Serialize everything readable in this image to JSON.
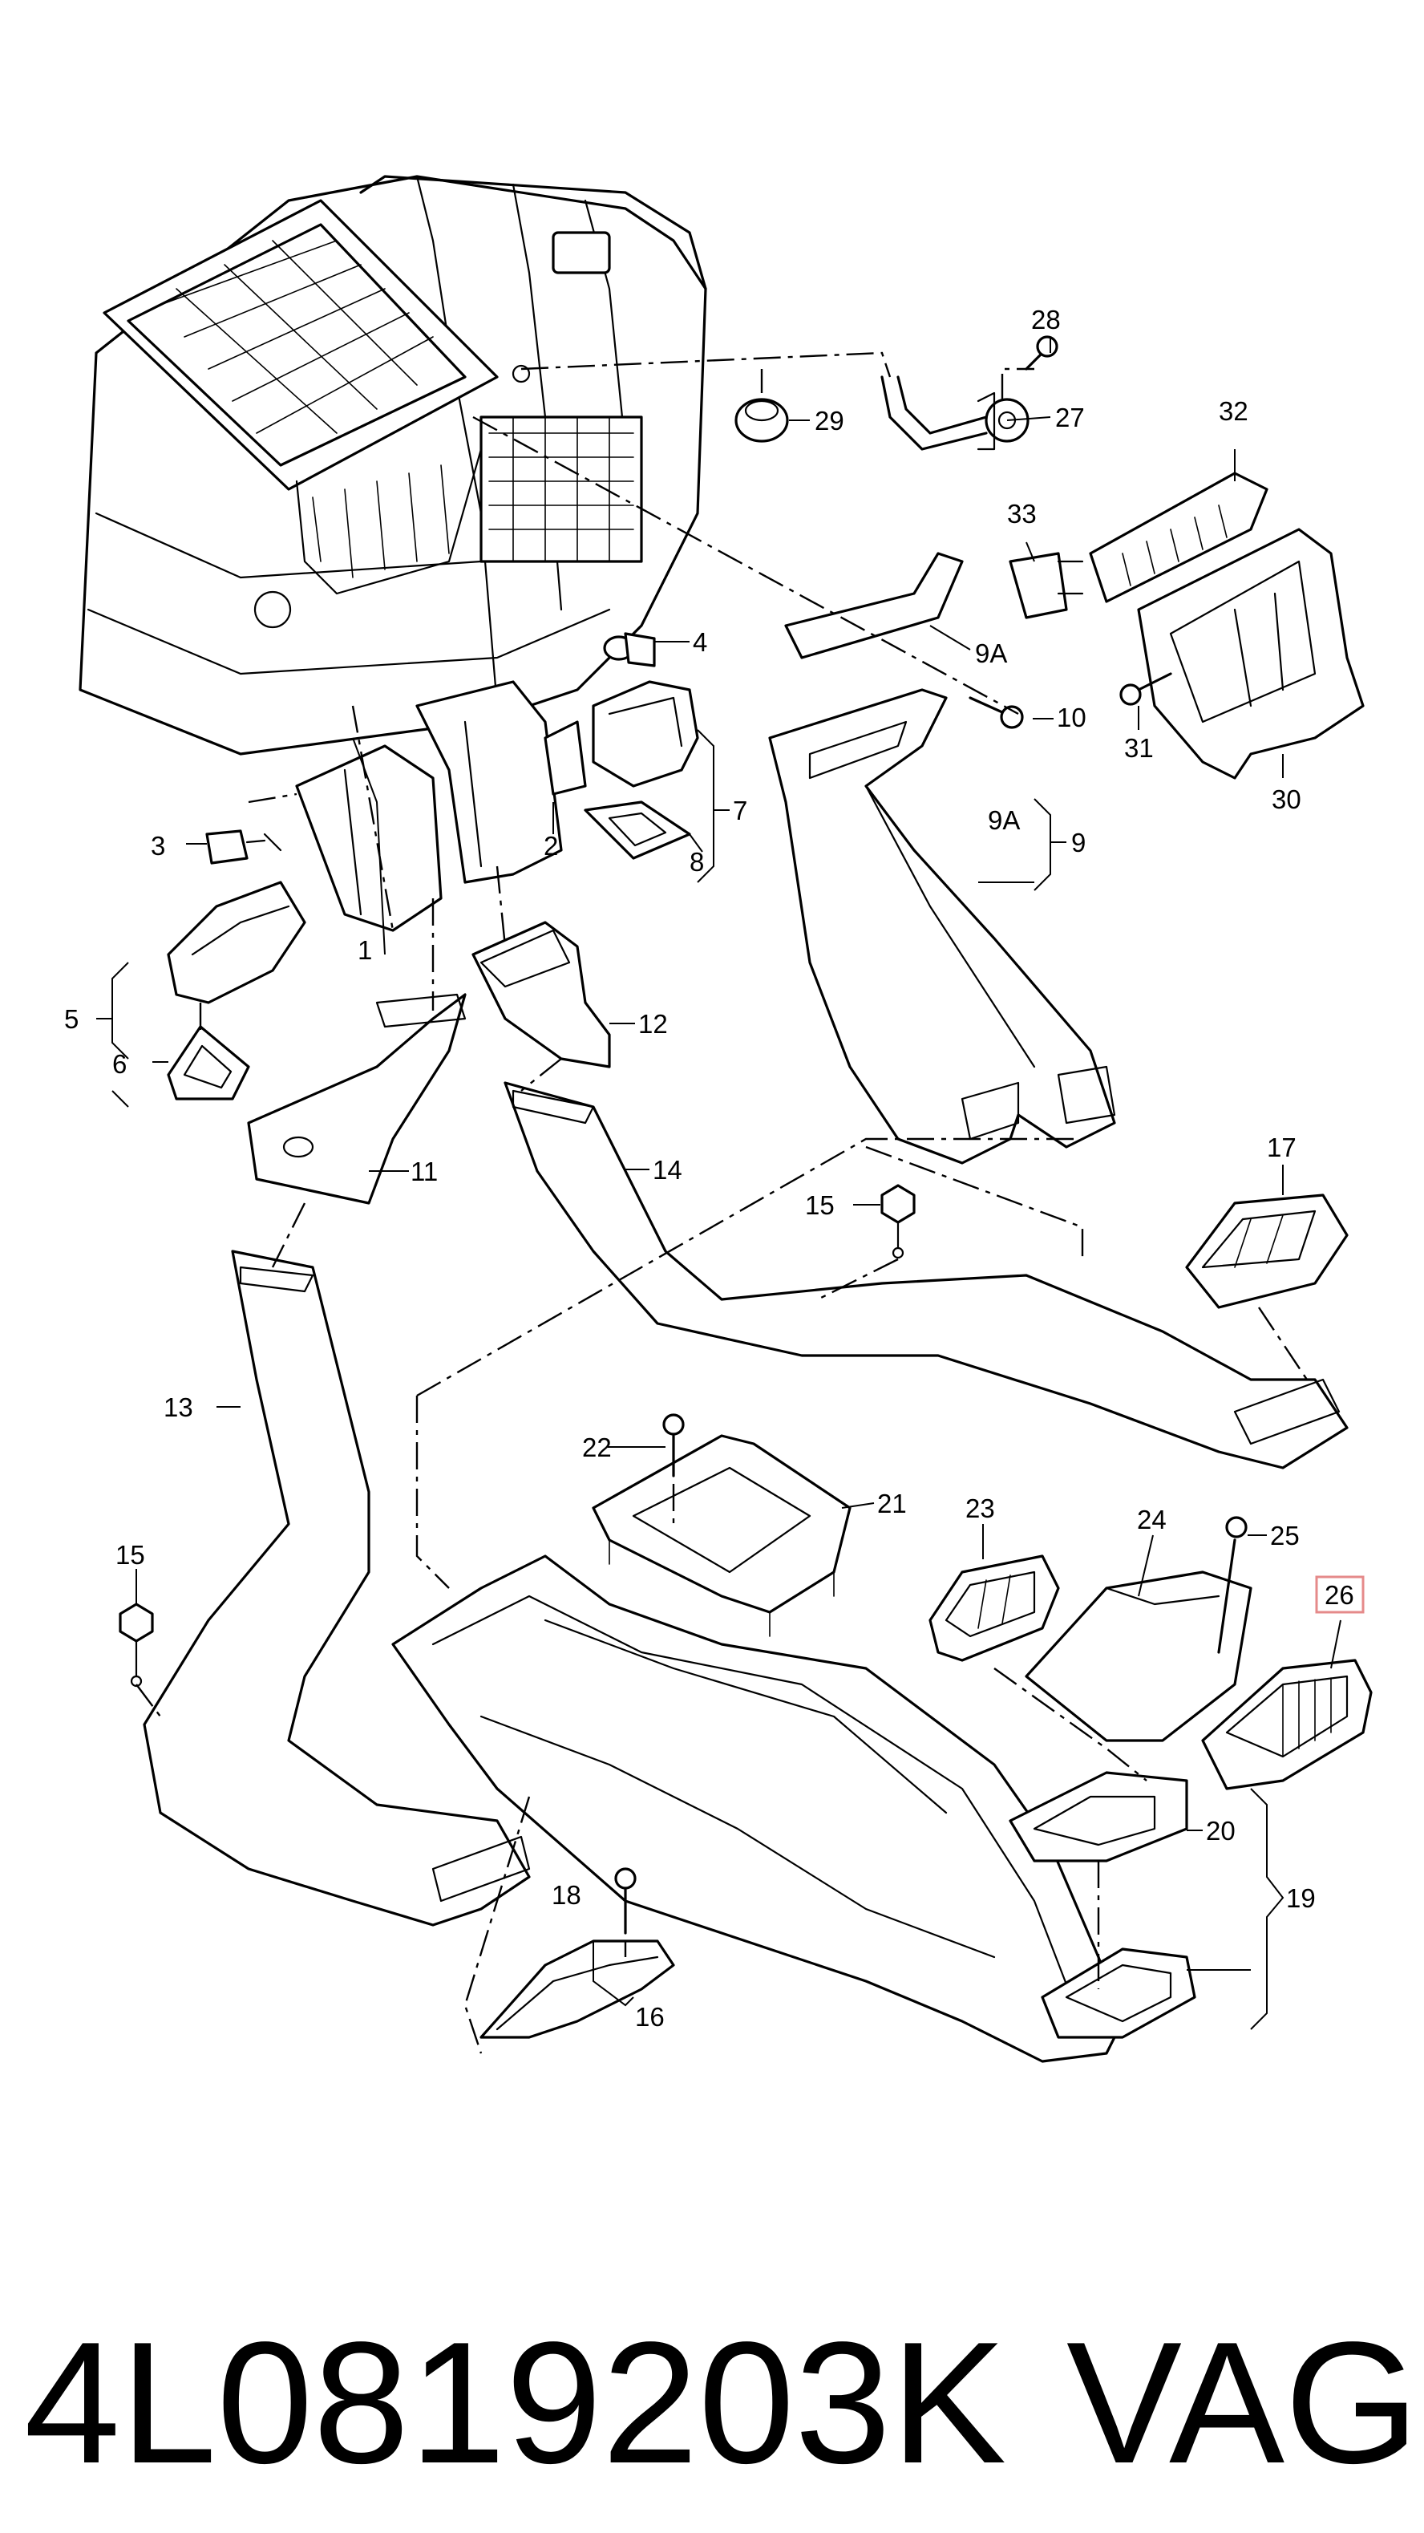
{
  "callouts": [
    {
      "label": "1"
    },
    {
      "label": "2"
    },
    {
      "label": "3"
    },
    {
      "label": "4"
    },
    {
      "label": "5"
    },
    {
      "label": "6"
    },
    {
      "label": "7"
    },
    {
      "label": "8"
    },
    {
      "label": "9A"
    },
    {
      "label": "9A"
    },
    {
      "label": "9"
    },
    {
      "label": "10"
    },
    {
      "label": "11"
    },
    {
      "label": "12"
    },
    {
      "label": "13"
    },
    {
      "label": "14"
    },
    {
      "label": "15"
    },
    {
      "label": "15"
    },
    {
      "label": "16"
    },
    {
      "label": "17"
    },
    {
      "label": "18"
    },
    {
      "label": "19"
    },
    {
      "label": "20"
    },
    {
      "label": "21"
    },
    {
      "label": "22"
    },
    {
      "label": "23"
    },
    {
      "label": "24"
    },
    {
      "label": "25"
    },
    {
      "label": "26",
      "highlighted": true
    },
    {
      "label": "27"
    },
    {
      "label": "28"
    },
    {
      "label": "29"
    },
    {
      "label": "30"
    },
    {
      "label": "31"
    },
    {
      "label": "32"
    },
    {
      "label": "33"
    }
  ],
  "part_number": "4L0819203K",
  "brand": "VAG",
  "highlight_color": "#e58a8a"
}
